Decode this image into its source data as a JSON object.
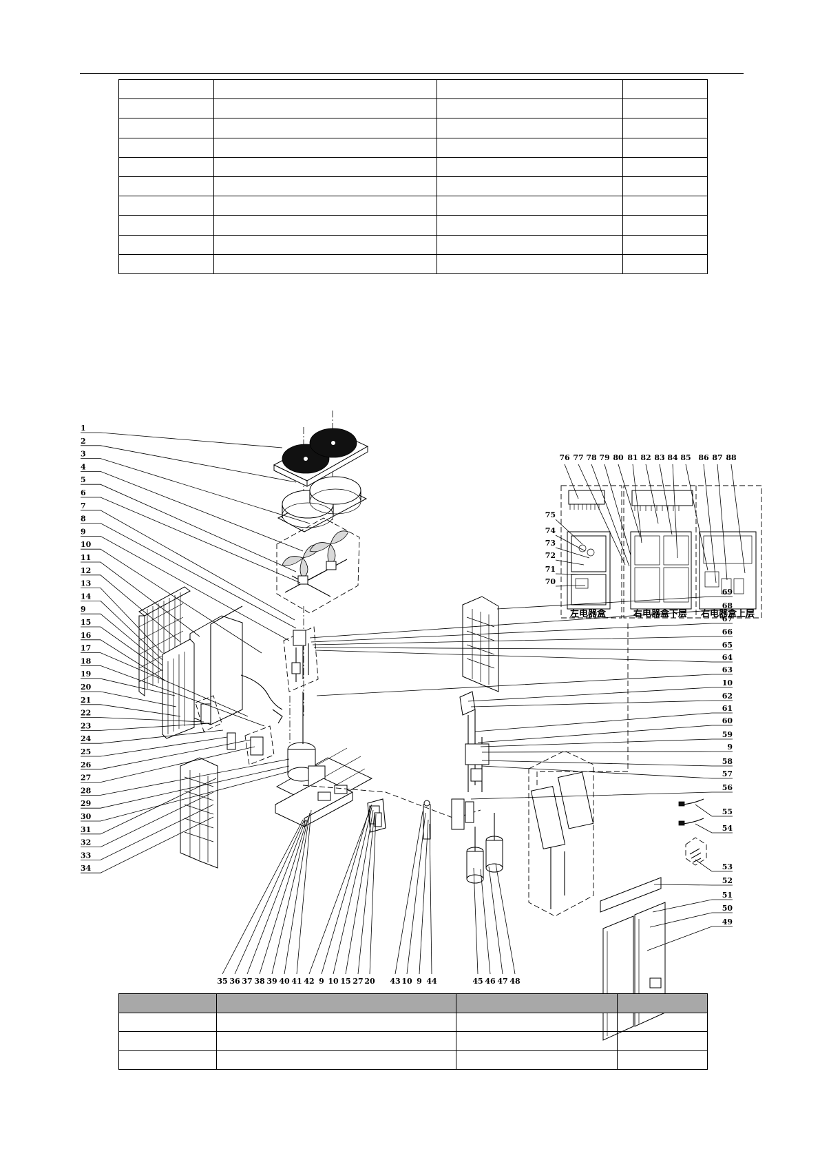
{
  "top_table": {
    "rows": 10,
    "cols": 4
  },
  "bottom_table": {
    "rows": 4,
    "cols": 4
  },
  "diagram": {
    "left_callouts": [
      "1",
      "2",
      "3",
      "4",
      "5",
      "6",
      "7",
      "8",
      "9",
      "10",
      "11",
      "12",
      "13",
      "14",
      "9",
      "15",
      "16",
      "17",
      "18",
      "19",
      "20",
      "21",
      "22",
      "23",
      "24",
      "25",
      "26",
      "27",
      "28",
      "29",
      "30",
      "31",
      "32",
      "33",
      "34"
    ],
    "bottom_callouts": [
      "35",
      "36",
      "37",
      "38",
      "39",
      "40",
      "41",
      "42",
      "9",
      "10",
      "15",
      "27",
      "20",
      "43",
      "10",
      "9",
      "44",
      "45",
      "46",
      "47",
      "48"
    ],
    "right_callouts": [
      "69",
      "68",
      "67",
      "66",
      "65",
      "64",
      "63",
      "10",
      "62",
      "61",
      "60",
      "59",
      "9",
      "58",
      "57",
      "56",
      "55",
      "54",
      "53",
      "52",
      "51",
      "50",
      "49"
    ],
    "box_side_callouts": [
      "75",
      "74",
      "73",
      "72",
      "71",
      "70"
    ],
    "box_top_callouts": [
      "76",
      "77",
      "78",
      "79",
      "80",
      "81",
      "82",
      "83",
      "84",
      "85",
      "86",
      "87",
      "88"
    ],
    "box_captions": {
      "left": "左电器盒",
      "right_lower": "右电器盒下层",
      "right_upper": "右电器盒上层"
    }
  }
}
